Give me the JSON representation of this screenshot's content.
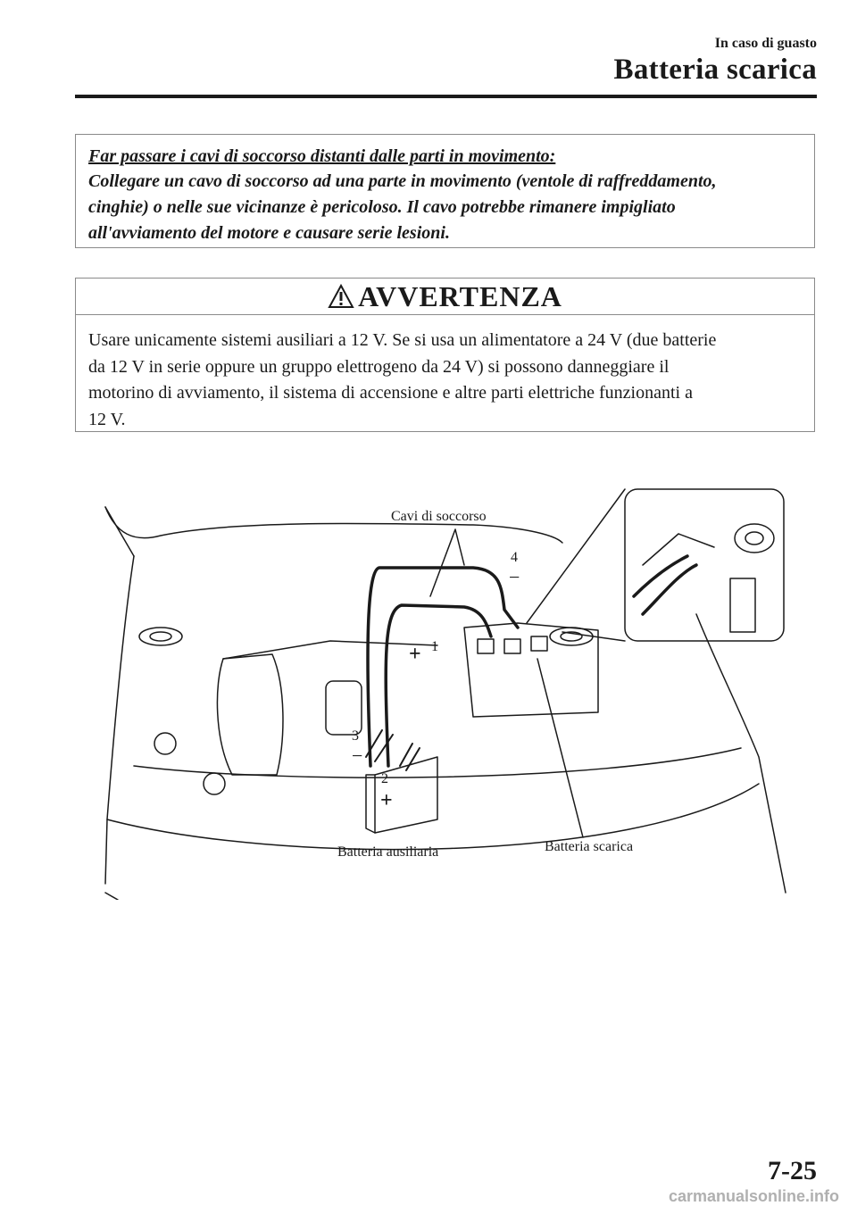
{
  "header": {
    "section": "In caso di guasto",
    "title": "Batteria scarica"
  },
  "warning_box": {
    "heading": "Far passare i cavi di soccorso distanti dalle parti in movimento:",
    "lines": [
      "Collegare un cavo di soccorso ad una parte in movimento (ventole di raffreddamento,",
      "cinghie) o nelle sue vicinanze è pericoloso. Il cavo potrebbe rimanere impigliato",
      "all'avviamento del motore e causare serie lesioni."
    ]
  },
  "caution_box": {
    "title": "AVVERTENZA",
    "icon": "warning-triangle-icon",
    "lines": [
      "Usare unicamente sistemi ausiliari a 12 V. Se si usa un alimentatore a 24 V (due batterie",
      "da 12 V in serie oppure un gruppo elettrogeno da 24 V) si possono danneggiare il",
      "motorino di avviamento, il sistema di accensione e altre parti elettriche funzionanti a",
      "12 V."
    ]
  },
  "figure": {
    "labels": {
      "cables": "Cavi di soccorso",
      "aux_battery": "Batteria ausiliaria",
      "dead_battery": "Batteria scarica"
    },
    "markers": {
      "m1": "1",
      "m2": "2",
      "m3": "3",
      "m4": "4",
      "plus": "+",
      "minus": "−"
    }
  },
  "footer": {
    "page_number": "7-25",
    "watermark": "carmanualsonline.info"
  }
}
